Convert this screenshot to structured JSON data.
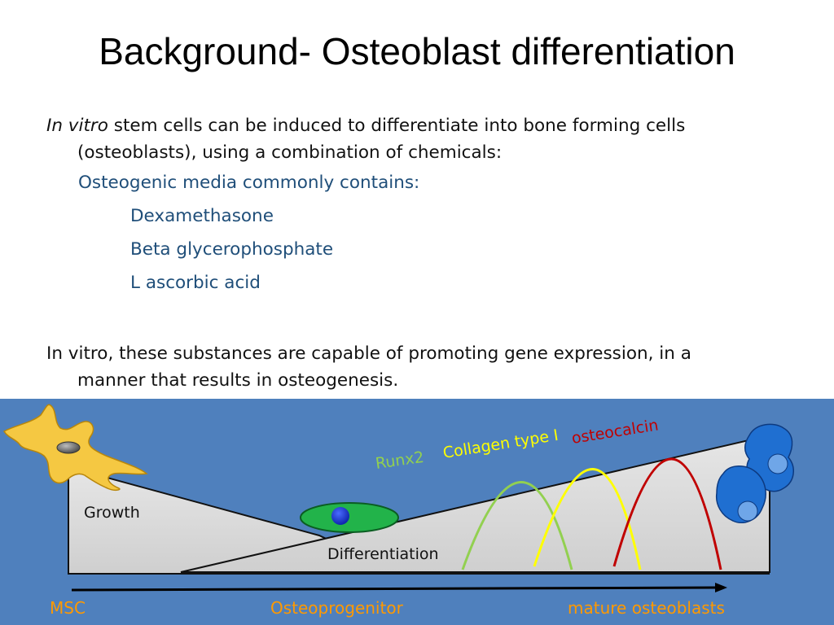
{
  "title": "Background- Osteoblast differentiation",
  "paragraph1": {
    "italic_lead": "In vitro",
    "rest_line1": " stem cells can be induced to differentiate into bone forming cells",
    "rest_line2": "(osteoblasts), using a combination of chemicals:"
  },
  "media": {
    "heading": "Osteogenic media commonly contains:",
    "items": [
      "Dexamethasone",
      "Beta glycerophosphate",
      "L ascorbic acid"
    ]
  },
  "paragraph2": {
    "line1": "In vitro, these substances are capable of promoting gene expression, in a",
    "line2": "manner that results in osteogenesis."
  },
  "diagram": {
    "growth_label": "Growth",
    "differentiation_label": "Differentiation",
    "gene_labels": {
      "runx2": "Runx2",
      "collagen": "Collagen type I",
      "osteocalcin": "osteocalcin"
    },
    "stage_labels": {
      "msc": "MSC",
      "osteoprogenitor": "Osteoprogenitor",
      "mature": "mature osteoblasts"
    },
    "colors": {
      "background": "#4f80bd",
      "runx2": "#92d050",
      "collagen": "#ffff00",
      "osteocalcin": "#c00000",
      "stage_text": "#ff9900",
      "msc_cell": "#f5c842",
      "progenitor_cell": "#22b34a",
      "osteoblast_cell": "#1f6fd1"
    }
  }
}
